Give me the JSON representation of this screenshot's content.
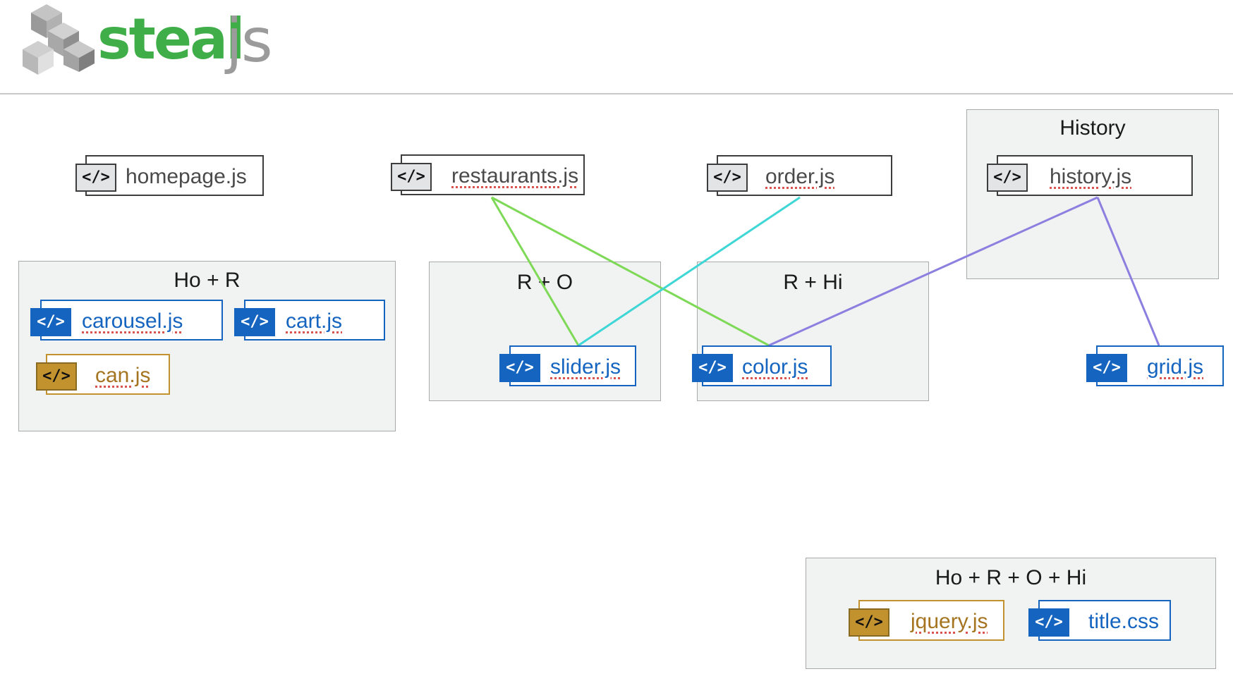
{
  "logo": {
    "word": "steal",
    "suffix": "js",
    "brand_color": "#3fae49",
    "suffix_color": "#9b9b9b"
  },
  "bundles": {
    "ho_r": "Ho + R",
    "r_o": "R + O",
    "r_hi": "R + Hi",
    "history": "History",
    "all": "Ho + R + O + Hi"
  },
  "modules": {
    "tag": "</>",
    "homepage": "homepage.js",
    "restaurants": "restaurants.js",
    "order": "order.js",
    "history": "history.js",
    "carousel": "carousel.js",
    "cart": "cart.js",
    "can": "can.js",
    "slider": "slider.js",
    "color": "color.js",
    "grid": "grid.js",
    "jquery": "jquery.js",
    "title": "title.css"
  },
  "edge_colors": {
    "restaurants": "#7ed957",
    "order": "#3fd6d6",
    "history": "#8b7fe0"
  },
  "module_colors": {
    "entry": "#e3e4e5",
    "app": "#1565c0",
    "lib": "#c2922e"
  }
}
